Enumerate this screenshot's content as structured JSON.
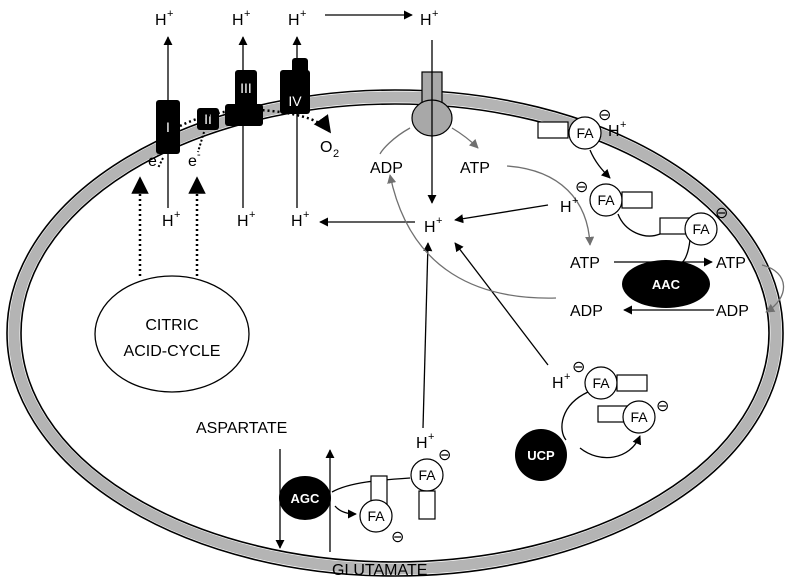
{
  "labels": {
    "h": "H",
    "plus": "+",
    "minus": "⊖",
    "e": "e",
    "eminus": "-",
    "o": "O",
    "osub": "2",
    "adp": "ADP",
    "atp": "ATP",
    "fa": "FA",
    "citric_line1": "CITRIC",
    "citric_line2": "ACID-CYCLE",
    "aspartate": "ASPARTATE",
    "glutamate": "GLUTAMATE"
  },
  "complexes": {
    "c1": "I",
    "c2": "II",
    "c3": "III",
    "c4": "IV",
    "aac": "AAC",
    "ucp": "UCP",
    "agc": "AGC"
  },
  "colors": {
    "membrane": "#b4b4b4",
    "ink": "#000000",
    "gray_arrow": "#707070",
    "synthase": "#a8a8a8"
  }
}
